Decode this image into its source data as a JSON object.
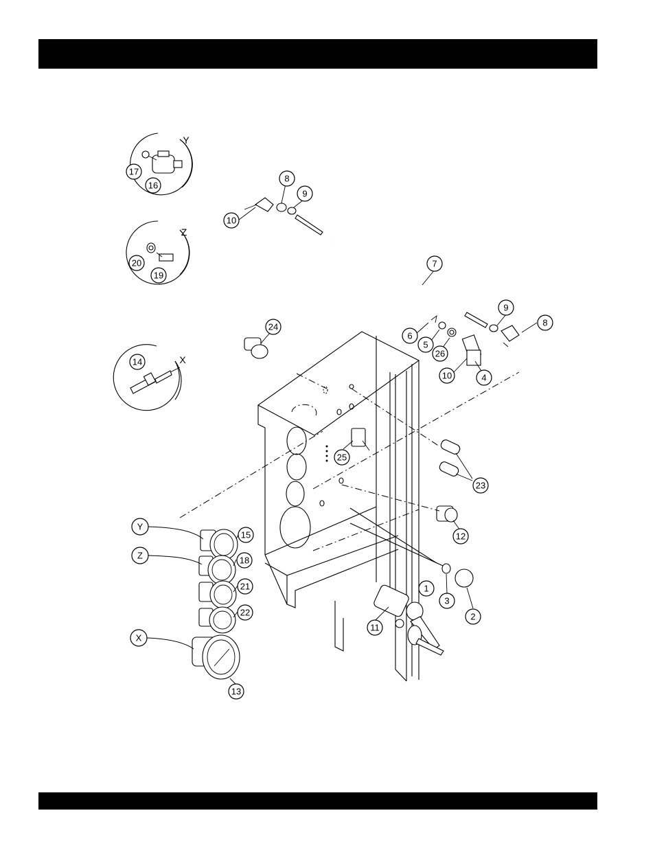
{
  "header_bar": "",
  "footer_bar": "",
  "detail_views": [
    {
      "letter": "Y",
      "parts": [
        "17",
        "16"
      ]
    },
    {
      "letter": "Z",
      "parts": [
        "20",
        "19"
      ]
    },
    {
      "letter": "X",
      "parts": [
        "14"
      ]
    }
  ],
  "gauge_connectors": [
    "Y",
    "Z",
    "X"
  ],
  "callouts": [
    "1",
    "2",
    "3",
    "4",
    "5",
    "6",
    "7",
    "8",
    "8",
    "9",
    "9",
    "10",
    "10",
    "11",
    "12",
    "13",
    "15",
    "18",
    "21",
    "22",
    "23",
    "24",
    "25",
    "26"
  ]
}
